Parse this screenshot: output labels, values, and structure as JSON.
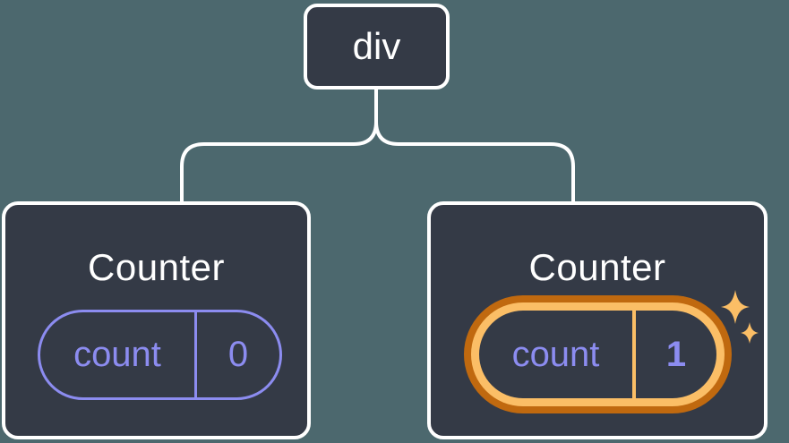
{
  "diagram": {
    "description": "component tree: one div parent with two Counter children",
    "root_node": {
      "label": "div"
    },
    "components": [
      {
        "title": "Counter",
        "state_label": "count",
        "state_value": "0",
        "highlighted": false
      },
      {
        "title": "Counter",
        "state_label": "count",
        "state_value": "1",
        "highlighted": true
      }
    ],
    "icons": [
      {
        "name": "sparkle-icon",
        "meaning": "new / freshly created state"
      }
    ],
    "colors": {
      "background": "#4C686E",
      "node_fill": "#343A46",
      "node_border": "#FFFFFF",
      "connector": "#FFFFFF",
      "state_accent_purple": "#8C8CF0",
      "highlight_orange_dark": "#C0690F",
      "highlight_orange_light": "#FBBE66",
      "sparkle": "#FBBE66",
      "text_primary": "#FFFFFF"
    }
  }
}
